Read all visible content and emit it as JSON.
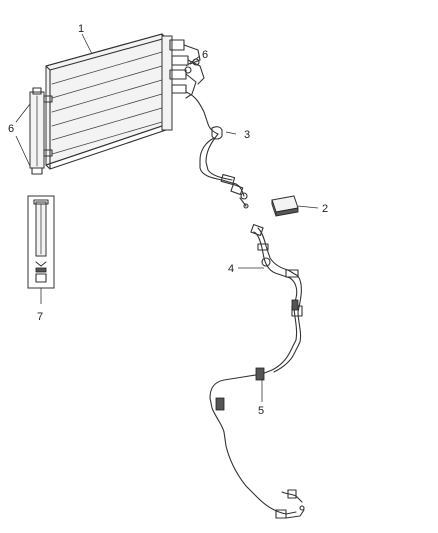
{
  "callouts": {
    "c1": "1",
    "c2": "2",
    "c3": "3",
    "c4": "4",
    "c5": "5",
    "c6a": "6",
    "c6b": "6",
    "c7": "7"
  }
}
